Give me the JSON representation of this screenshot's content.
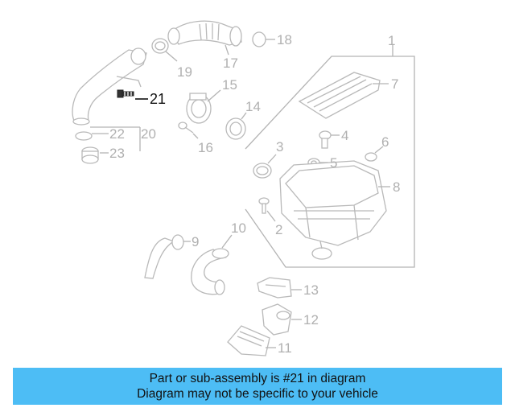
{
  "callouts": {
    "c1": "1",
    "c2": "2",
    "c3": "3",
    "c4": "4",
    "c5": "5",
    "c6": "6",
    "c7": "7",
    "c8": "8",
    "c9": "9",
    "c10": "10",
    "c11": "11",
    "c12": "12",
    "c13": "13",
    "c14": "14",
    "c15": "15",
    "c16": "16",
    "c17": "17",
    "c18": "18",
    "c19": "19",
    "c20": "20",
    "c21": "21",
    "c22": "22",
    "c23": "23"
  },
  "highlighted_part": "21",
  "banner": {
    "line1": "Part or sub-assembly is #21 in diagram",
    "line2": "Diagram may not be specific to your vehicle",
    "color": "#4dbdf5"
  }
}
